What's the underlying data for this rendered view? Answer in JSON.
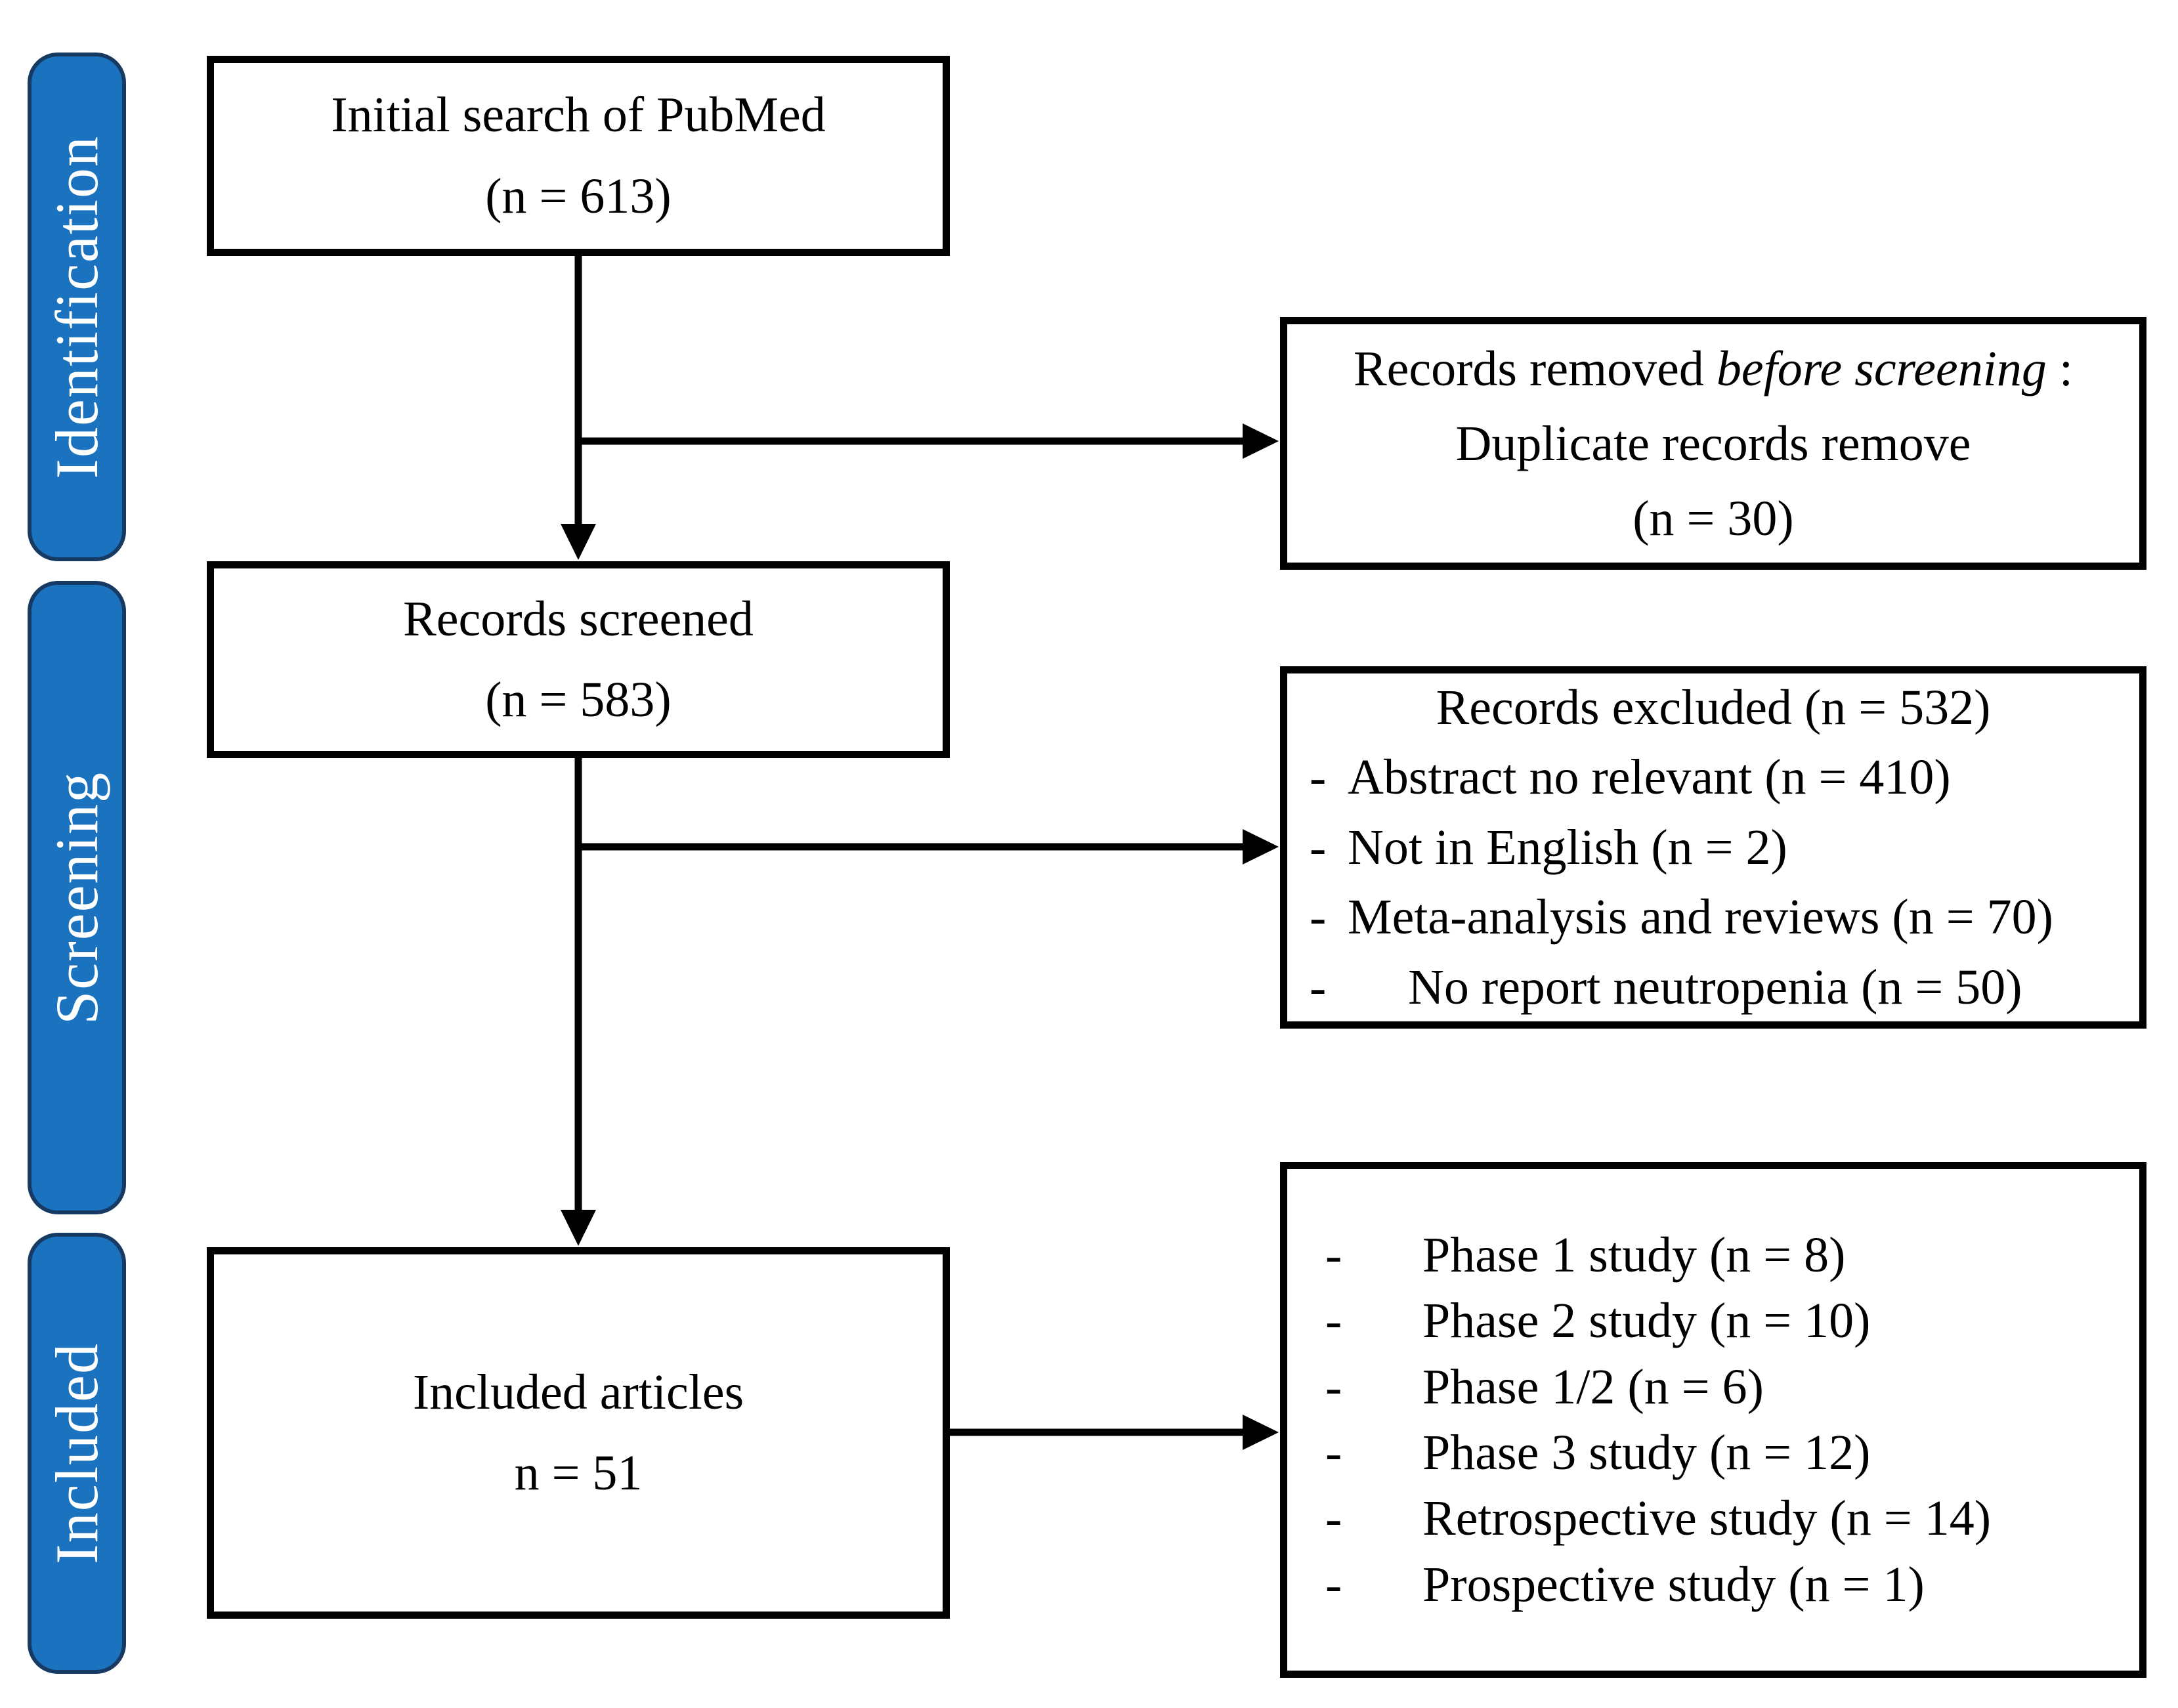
{
  "colors": {
    "stage_fill": "#1B72BE",
    "stage_border": "#173A63",
    "stage_text": "#FFFFFF",
    "box_border": "#000000",
    "text": "#000000",
    "background": "#FFFFFF"
  },
  "bullet": "-",
  "sidebar": {
    "stages": [
      {
        "label": "Identification"
      },
      {
        "label": "Screening"
      },
      {
        "label": "Included"
      }
    ]
  },
  "boxes": {
    "initial_search": {
      "line1": "Initial search of PubMed",
      "line2": "(n = 613)"
    },
    "records_removed": {
      "line1_prefix": "Records removed ",
      "line1_italic": "before screening",
      "line1_suffix": " :",
      "line2": "Duplicate records remove",
      "line3": "(n = 30)"
    },
    "records_screened": {
      "line1": "Records screened",
      "line2": "(n = 583)"
    },
    "records_excluded": {
      "title": "Records excluded (n = 532)",
      "items": [
        "Abstract no relevant (n = 410)",
        "Not in English (n = 2)",
        "Meta-analysis and reviews (n = 70)",
        "No report neutropenia (n = 50)"
      ]
    },
    "included_articles": {
      "line1": "Included articles",
      "line2": "n = 51"
    },
    "included_breakdown": {
      "items": [
        "Phase 1 study (n = 8)",
        "Phase 2 study (n = 10)",
        "Phase 1/2 (n = 6)",
        "Phase 3 study (n = 12)",
        "Retrospective study (n = 14)",
        "Prospective study (n = 1)"
      ]
    }
  }
}
